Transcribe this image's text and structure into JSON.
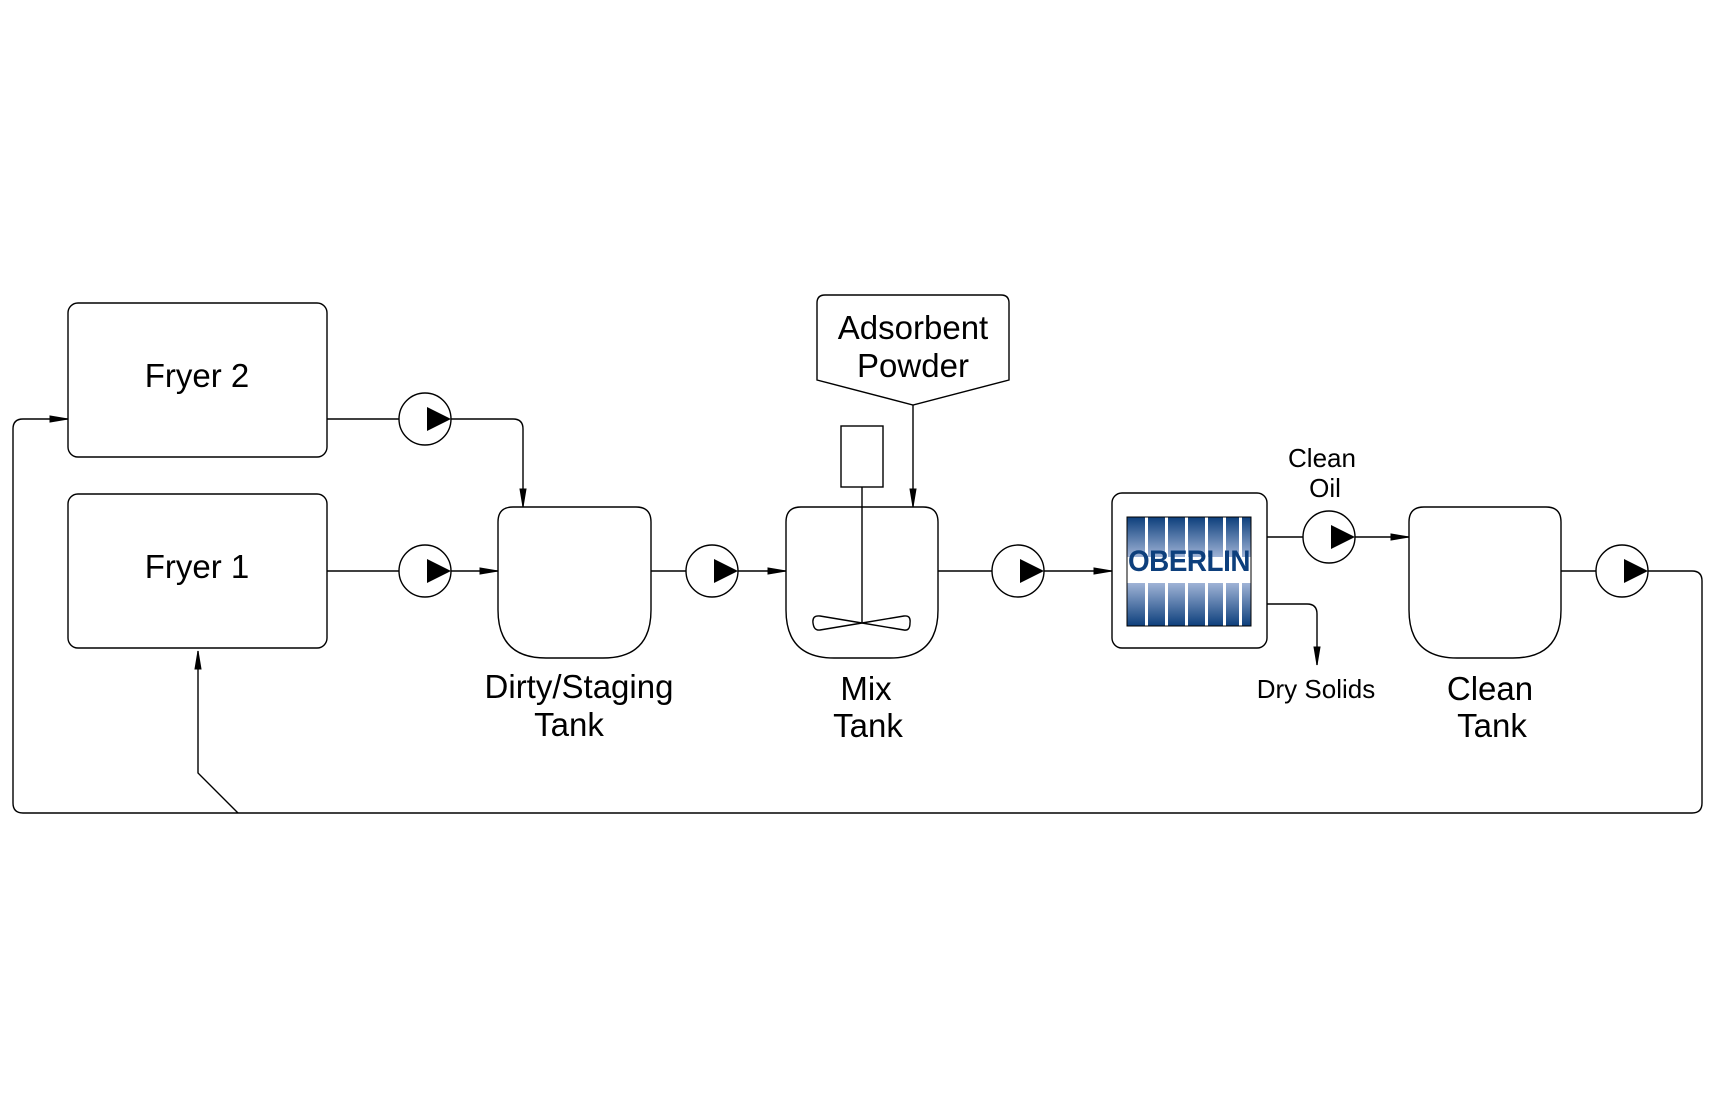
{
  "diagram": {
    "type": "process-flow",
    "equipment": {
      "fryer2": {
        "label": "Fryer 2"
      },
      "fryer1": {
        "label": "Fryer 1"
      },
      "dirty_tank": {
        "label_line1": "Dirty/Staging",
        "label_line2": "Tank"
      },
      "hopper": {
        "label_line1": "Adsorbent",
        "label_line2": "Powder"
      },
      "mix_tank": {
        "label_line1": "Mix",
        "label_line2": "Tank"
      },
      "filter": {
        "logo_text": "OBERLIN"
      },
      "clean_tank": {
        "label_line1": "Clean",
        "label_line2": "Tank"
      }
    },
    "stream_labels": {
      "clean_oil_line1": "Clean",
      "clean_oil_line2": "Oil",
      "dry_solids": "Dry Solids"
    },
    "pumps": [
      {
        "id": "pump-fryer2"
      },
      {
        "id": "pump-fryer1"
      },
      {
        "id": "pump-dirty-tank"
      },
      {
        "id": "pump-mix-tank"
      },
      {
        "id": "pump-clean-oil"
      },
      {
        "id": "pump-clean-tank"
      }
    ],
    "colors": {
      "logo_dark": "#0d3f7c",
      "logo_light": "#9fb3d6",
      "line": "#000000"
    }
  }
}
